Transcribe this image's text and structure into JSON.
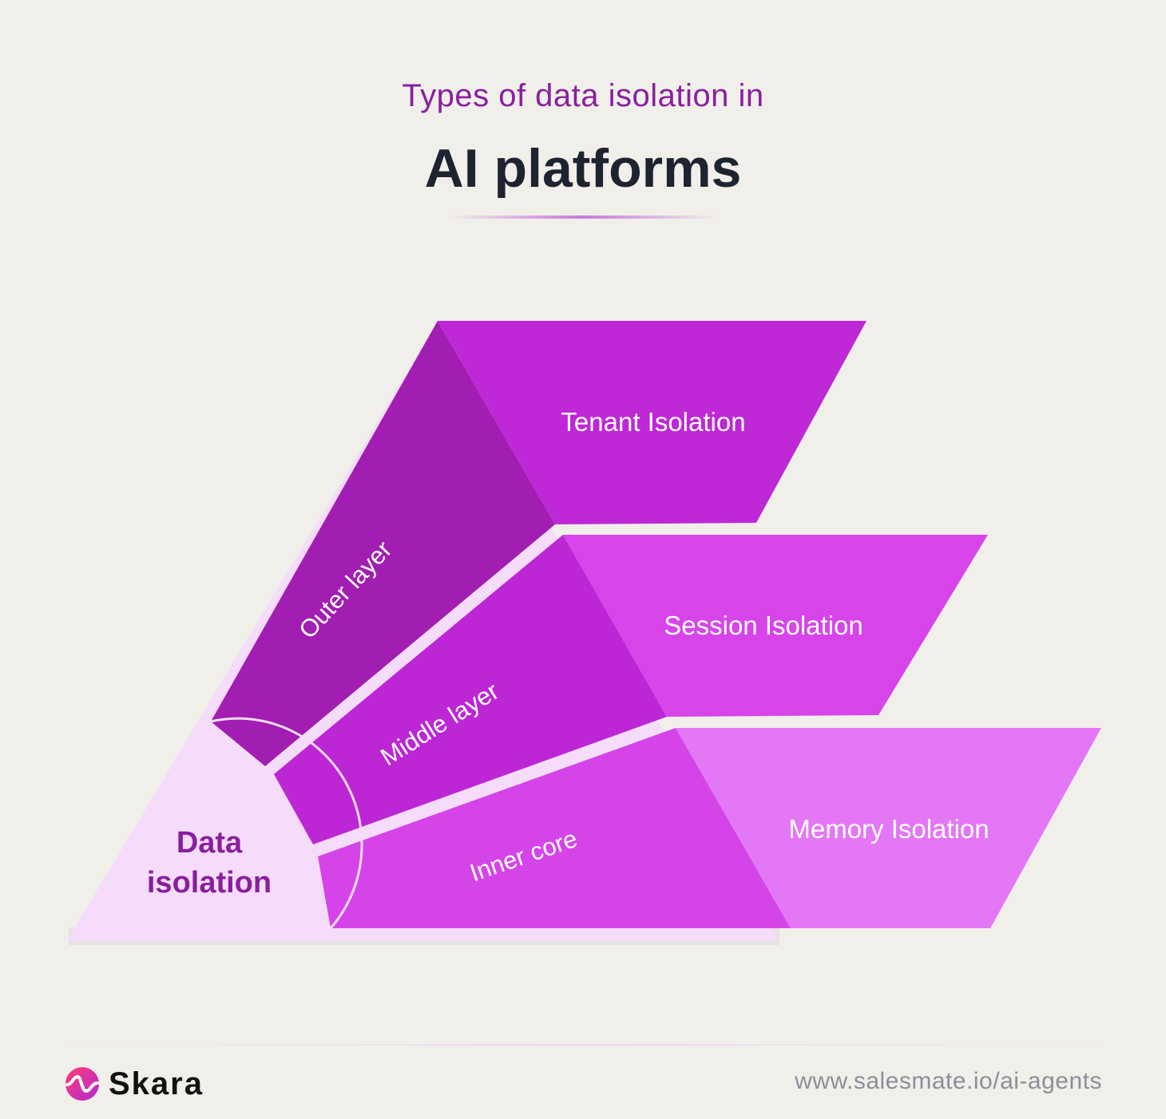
{
  "header": {
    "subtitle": "Types of data isolation in",
    "title": "AI platforms"
  },
  "diagram": {
    "core_label_line1": "Data",
    "core_label_line2": "isolation",
    "layers": [
      {
        "name": "Outer layer",
        "isolation": "Tenant Isolation"
      },
      {
        "name": "Middle layer",
        "isolation": "Session Isolation"
      },
      {
        "name": "Inner core",
        "isolation": "Memory Isolation"
      }
    ],
    "colors": {
      "core": "#f6dcfb",
      "outer_left": "#a21db2",
      "outer_right": "#be28d6",
      "middle_left": "#bc26d5",
      "middle_right": "#d744ea",
      "inner_left": "#d544e9",
      "inner_right": "#e477f5"
    }
  },
  "footer": {
    "brand": "Skara",
    "url": "www.salesmate.io/ai-agents"
  }
}
